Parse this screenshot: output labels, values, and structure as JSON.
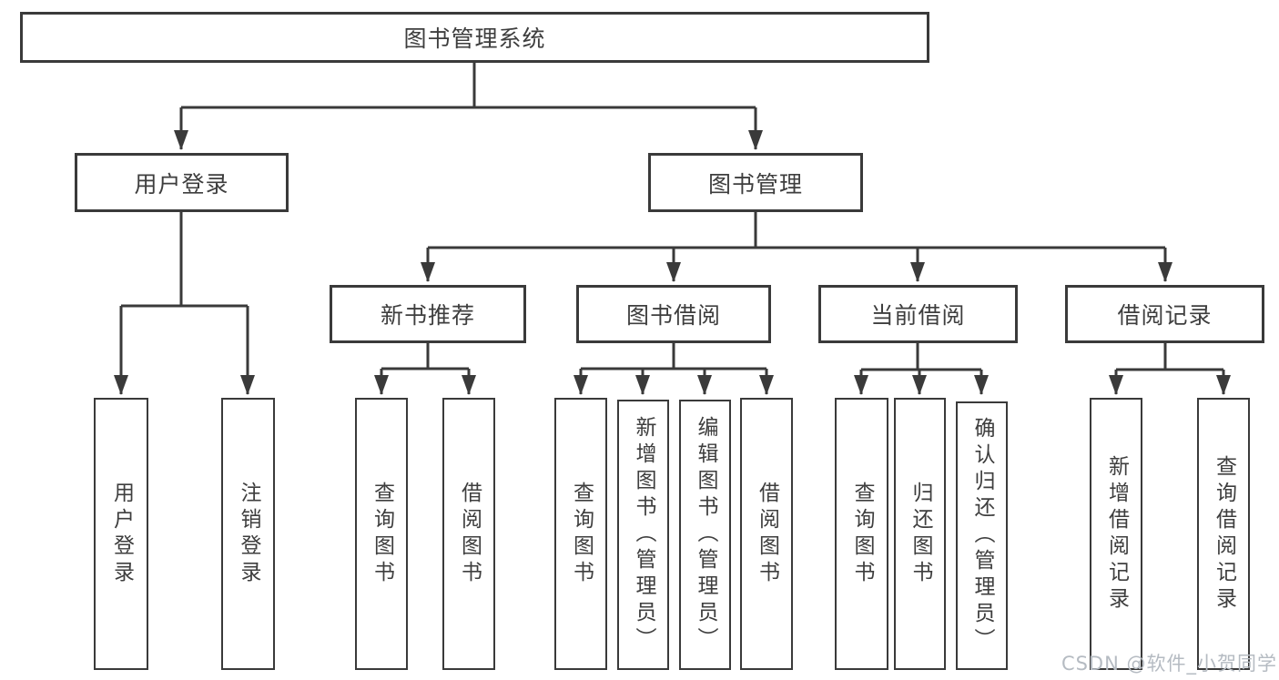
{
  "diagram": {
    "type": "tree",
    "root": "图书管理系统",
    "children": [
      {
        "label": "用户登录",
        "children": [
          "用户登录",
          "注销登录"
        ]
      },
      {
        "label": "图书管理",
        "children": [
          {
            "label": "新书推荐",
            "children": [
              "查询图书",
              "借阅图书"
            ]
          },
          {
            "label": "图书借阅",
            "children": [
              "查询图书",
              "新增图书（管理员）",
              "编辑图书（管理员）",
              "借阅图书"
            ]
          },
          {
            "label": "当前借阅",
            "children": [
              "查询图书",
              "归还图书",
              "确认归还（管理员）"
            ]
          },
          {
            "label": "借阅记录",
            "children": [
              "新增借阅记录",
              "查询借阅记录"
            ]
          }
        ]
      }
    ]
  },
  "watermark": {
    "text": "CSDN @软件_小贺同学"
  },
  "colors": {
    "line": "#3a3a3a",
    "text": "#3e3e3e",
    "box_background": "#ffffff",
    "watermark": "#b5bbc2"
  }
}
